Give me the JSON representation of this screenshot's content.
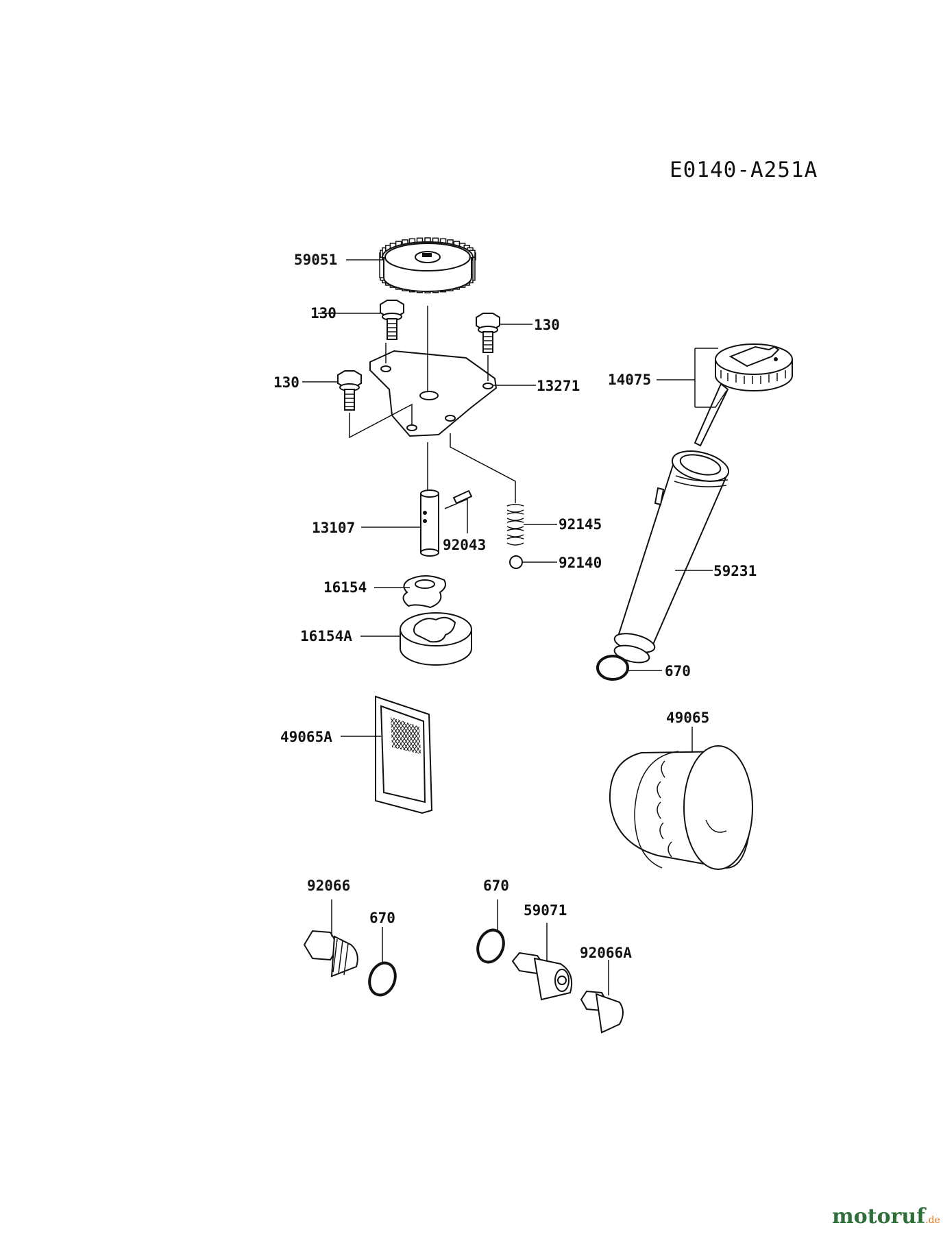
{
  "diagram_code": "E0140-A251A",
  "colors": {
    "line": "#111111",
    "background": "#ffffff",
    "watermark_main": "#2f6f3a",
    "watermark_accent": "#e07a1f"
  },
  "parts": {
    "p59051": "59051",
    "p130_a": "130",
    "p130_b": "130",
    "p130_c": "130",
    "p13271": "13271",
    "p14075": "14075",
    "p13107": "13107",
    "p92043": "92043",
    "p92145": "92145",
    "p92140": "92140",
    "p59231": "59231",
    "p16154": "16154",
    "p16154A": "16154A",
    "p670_a": "670",
    "p49065A": "49065A",
    "p49065": "49065",
    "p92066": "92066",
    "p670_b": "670",
    "p670_c": "670",
    "p59071": "59071",
    "p92066A": "92066A"
  },
  "watermark": {
    "brand": "motoruf",
    "suffix": ".de"
  }
}
